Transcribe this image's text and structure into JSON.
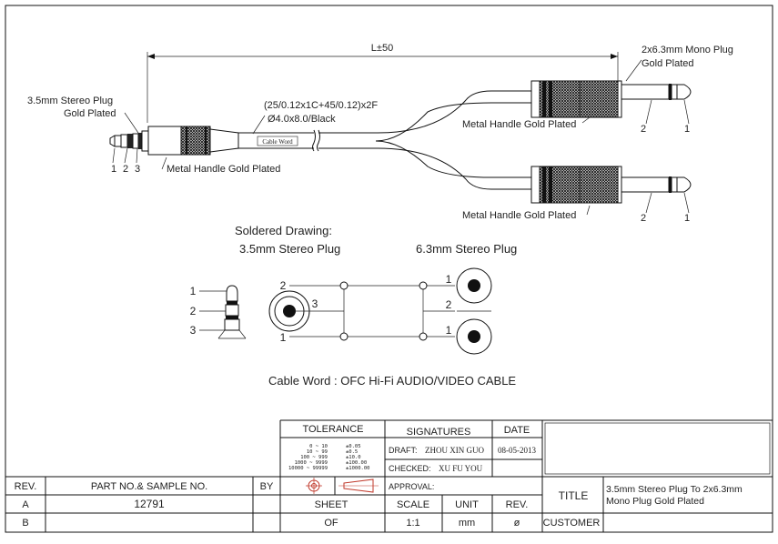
{
  "drawing": {
    "length": "L±50",
    "plug_35_label": [
      "3.5mm Stereo Plug",
      "Gold Plated"
    ],
    "plug_63_label": [
      "2x6.3mm Mono Plug",
      "Gold Plated"
    ],
    "cable_spec": [
      "(25/0.12x1C+45/0.12)x2F",
      "Ø4.0x8.0/Black"
    ],
    "cable_word_mark": "Cable Word",
    "handle_label": "Metal Handle Gold Plated",
    "pins_35": [
      "1",
      "2",
      "3"
    ],
    "pins_63": [
      "2",
      "1"
    ]
  },
  "soldered": {
    "heading": "Soldered Drawing:",
    "left_title": "3.5mm Stereo Plug",
    "right_title": "6.3mm Stereo Plug",
    "plug_pins": [
      "1",
      "2",
      "3"
    ],
    "jack_pins": [
      "2",
      "3",
      "1"
    ],
    "right_pins": [
      "1",
      "2",
      "1"
    ]
  },
  "cable_word": "Cable  Word : OFC Hi-Fi AUDIO/VIDEO CABLE",
  "title_block": {
    "tolerance_header": "TOLERANCE",
    "tolerance_rows": [
      [
        "0 ~ 10",
        "±0.05"
      ],
      [
        "10 ~ 99",
        "±0.5"
      ],
      [
        "100 ~ 999",
        "±10.0"
      ],
      [
        "1000 ~ 9999",
        "±100.00"
      ],
      [
        "10000 ~ 99999",
        "±1000.00"
      ]
    ],
    "signatures_header": "SIGNATURES",
    "date_header": "DATE",
    "draft_label": "DRAFT:",
    "draft_name": "ZHOU XIN GUO",
    "draft_date": "08-05-2013",
    "checked_label": "CHECKED:",
    "checked_name": "XU FU YOU",
    "approval_label": "APPROVAL:",
    "title_label": "TITLE",
    "title_text": [
      "3.5mm Stereo Plug To 2x6.3mm",
      "Mono Plug Gold Plated"
    ],
    "customer_label": "CUSTOMER",
    "rev_header": "REV.",
    "part_header": "PART NO.& SAMPLE NO.",
    "by_header": "BY",
    "rev_a": "A",
    "rev_b": "B",
    "part_no": "12791",
    "sheet_label": "SHEET",
    "sheet_value": "OF",
    "scale_label": "SCALE",
    "scale_value": "1:1",
    "unit_label": "UNIT",
    "unit_value": "mm",
    "rev_label": "REV.",
    "rev_value": "ø"
  }
}
